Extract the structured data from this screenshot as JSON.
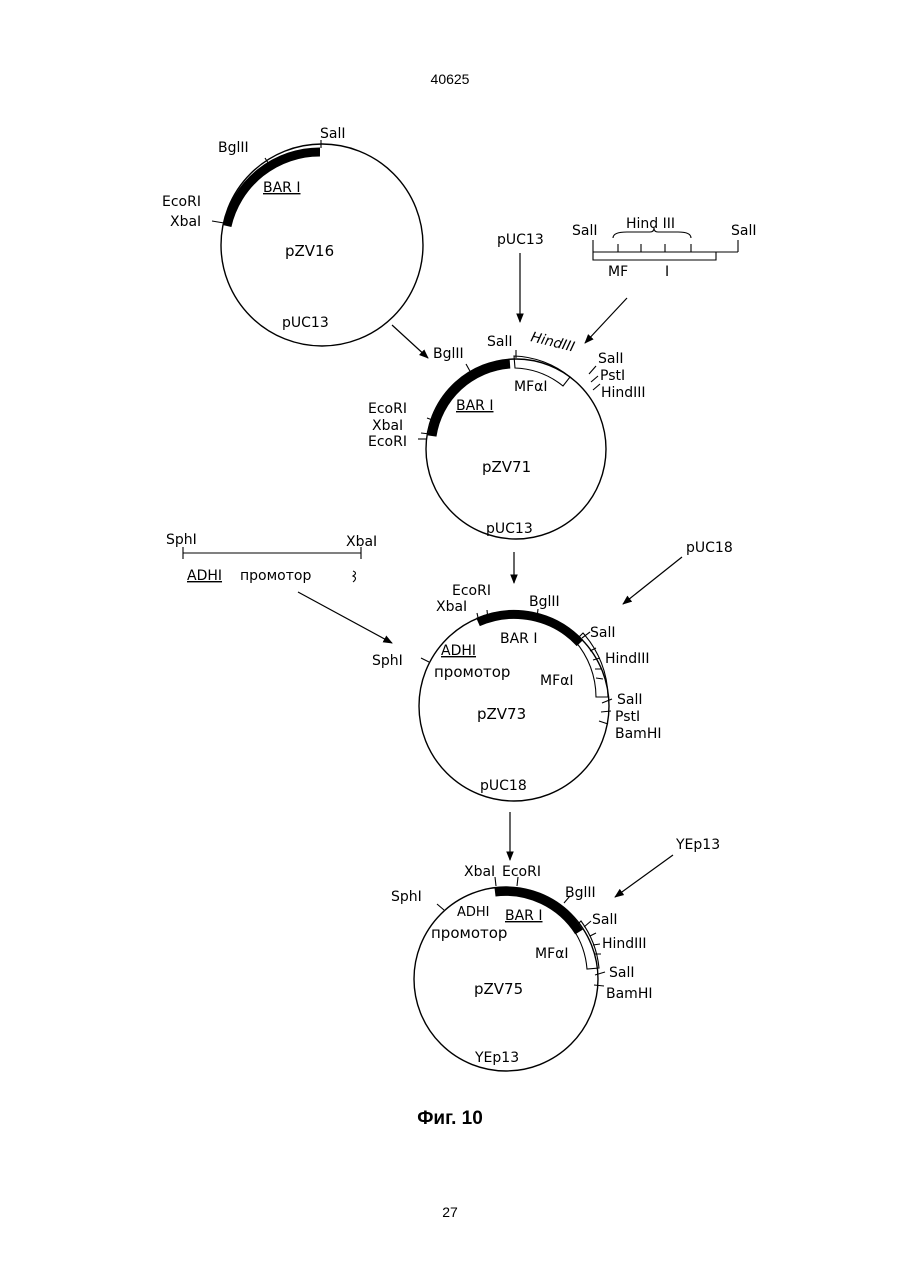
{
  "page": {
    "header_number": "40625",
    "footer_number": "27",
    "caption": "Фиг. 10"
  },
  "colors": {
    "ink": "#000000",
    "paper": "#ffffff"
  },
  "p1": {
    "name": "pZV16",
    "backbone": "pUC13",
    "insert": "BAR I",
    "sites": {
      "bgl": "BglII",
      "sal": "SalI",
      "eco": "EcoRI",
      "xba": "XbaI"
    }
  },
  "fragment_mf": {
    "sal_left": "SalI",
    "hind": "Hind III",
    "sal_right": "SalI",
    "mf": "MF",
    "mf_num": "I"
  },
  "vector_puc13": "pUC13",
  "p2": {
    "name": "pZV71",
    "backbone": "pUC13",
    "insert": "BAR I",
    "mf": "MFαI",
    "sites": {
      "bgl": "BglII",
      "sal": "SalI",
      "hind_top": "HindIII",
      "sal_r": "SalI",
      "pst": "PstI",
      "hind_r": "HindIII",
      "eco1": "EcoRI",
      "xba": "XbaI",
      "eco2": "EcoRI"
    }
  },
  "fragment_adh": {
    "sph": "SphI",
    "xba": "XbaI",
    "adh": "ADHI",
    "promoter": "промотор"
  },
  "vector_puc18": "pUC18",
  "p3": {
    "name": "pZV73",
    "backbone": "pUC18",
    "insert": "BAR I",
    "mf": "MFαI",
    "adh": "ADHI",
    "promoter": "промотор",
    "sites": {
      "eco": "EcoRI",
      "xba": "XbaI",
      "bgl": "BglII",
      "sal": "SalI",
      "hind": "HindIII",
      "sal2": "SalI",
      "pst": "PstI",
      "bam": "BamHI",
      "sph": "SphI"
    }
  },
  "vector_yep13": "YEp13",
  "p4": {
    "name": "pZV75",
    "backbone": "YEp13",
    "insert": "BAR I",
    "mf": "MFαI",
    "adh": "ADHI",
    "promoter": "промотор",
    "sites": {
      "xba": "XbaI",
      "eco": "EcoRI",
      "bgl": "BglII",
      "sal": "SalI",
      "hind": "HindIII",
      "sal2": "SalI",
      "bam": "BamHI",
      "sph": "SphI"
    }
  }
}
